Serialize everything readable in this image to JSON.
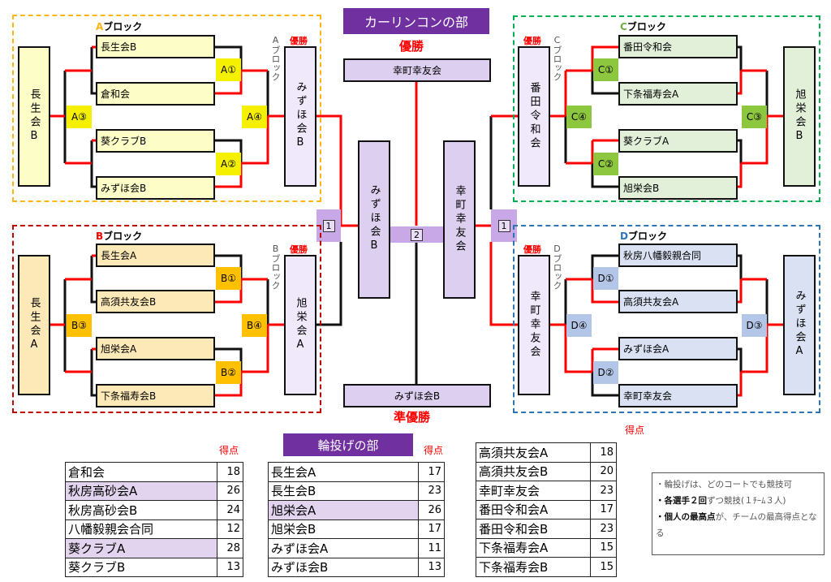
{
  "curling": {
    "title": "カーリンコンの部",
    "champion_label": "優勝",
    "runner_up_label": "準優勝",
    "champion": "幸町幸友会",
    "runner_up": "みずほ会B",
    "final_left": "みずほ会B",
    "final_right": "幸町幸友会",
    "semi_left": "1",
    "final": "2",
    "semi_right": "1"
  },
  "blocks": {
    "A": {
      "title_letter": "A",
      "title": "ブロック",
      "winner_label": "優勝",
      "side_label": "Aブロック",
      "teams": [
        "長生会B",
        "倉和会",
        "葵クラブB",
        "みずほ会B"
      ],
      "left_box": "長生会B",
      "winner_box": "みずほ会B",
      "matches": [
        "A①",
        "A②",
        "A③",
        "A④"
      ]
    },
    "B": {
      "title_letter": "B",
      "title": "ブロック",
      "winner_label": "優勝",
      "side_label": "Bブロック",
      "teams": [
        "長生会A",
        "高須共友会B",
        "旭栄会A",
        "下条福寿会B"
      ],
      "left_box": "長生会A",
      "winner_box": "旭栄会A",
      "matches": [
        "B①",
        "B②",
        "B③",
        "B④"
      ]
    },
    "C": {
      "title_letter": "C",
      "title": "ブロック",
      "winner_label": "優勝",
      "side_label": "Cブロック",
      "teams": [
        "番田令和会",
        "下条福寿会A",
        "葵クラブA",
        "旭栄会B"
      ],
      "right_box": "旭栄会B",
      "winner_box": "番田令和会",
      "matches": [
        "C①",
        "C②",
        "C③",
        "C④"
      ]
    },
    "D": {
      "title_letter": "D",
      "title": "ブロック",
      "winner_label": "優勝",
      "side_label": "Dブロック",
      "teams": [
        "秋房八幡毅親合同",
        "高須共友会A",
        "みずほ会A",
        "幸町幸友会"
      ],
      "right_box": "みずほ会A",
      "winner_box": "幸町幸友会",
      "matches": [
        "D①",
        "D②",
        "D③",
        "D④"
      ]
    }
  },
  "ring_toss": {
    "title": "輪投げの部",
    "score_label": "得点",
    "table1": [
      {
        "name": "倉和会",
        "score": "18"
      },
      {
        "name": "秋房高砂会A",
        "score": "26",
        "hl": true
      },
      {
        "name": "秋房高砂会B",
        "score": "24"
      },
      {
        "name": "八幡毅親会合同",
        "score": "12"
      },
      {
        "name": "葵クラブA",
        "score": "28",
        "hl": true
      },
      {
        "name": "葵クラブB",
        "score": "13"
      }
    ],
    "table2": [
      {
        "name": "長生会A",
        "score": "17"
      },
      {
        "name": "長生会B",
        "score": "23"
      },
      {
        "name": "旭栄会A",
        "score": "26",
        "hl": true
      },
      {
        "name": "旭栄会B",
        "score": "17"
      },
      {
        "name": "みずほ会A",
        "score": "11"
      },
      {
        "name": "みずほ会B",
        "score": "13"
      }
    ],
    "table3": [
      {
        "name": "高須共友会A",
        "score": "18"
      },
      {
        "name": "高須共友会B",
        "score": "20"
      },
      {
        "name": "幸町幸友会",
        "score": "23"
      },
      {
        "name": "番田令和会A",
        "score": "17"
      },
      {
        "name": "番田令和会B",
        "score": "23"
      },
      {
        "name": "下条福寿会A",
        "score": "15"
      },
      {
        "name": "下条福寿会B",
        "score": "15"
      }
    ]
  },
  "notes": {
    "line1": "・輪投げは、どのコートでも競技可",
    "line2_bold": "・各選手２回",
    "line2_rest": "ずつ競技(１ﾁｰﾑ３人)",
    "line3_bold": "・個人の最高点",
    "line3_rest": "が、チームの最高得点となる"
  },
  "colors": {
    "accent_purple": "#7030a0",
    "red": "#ff0000"
  }
}
